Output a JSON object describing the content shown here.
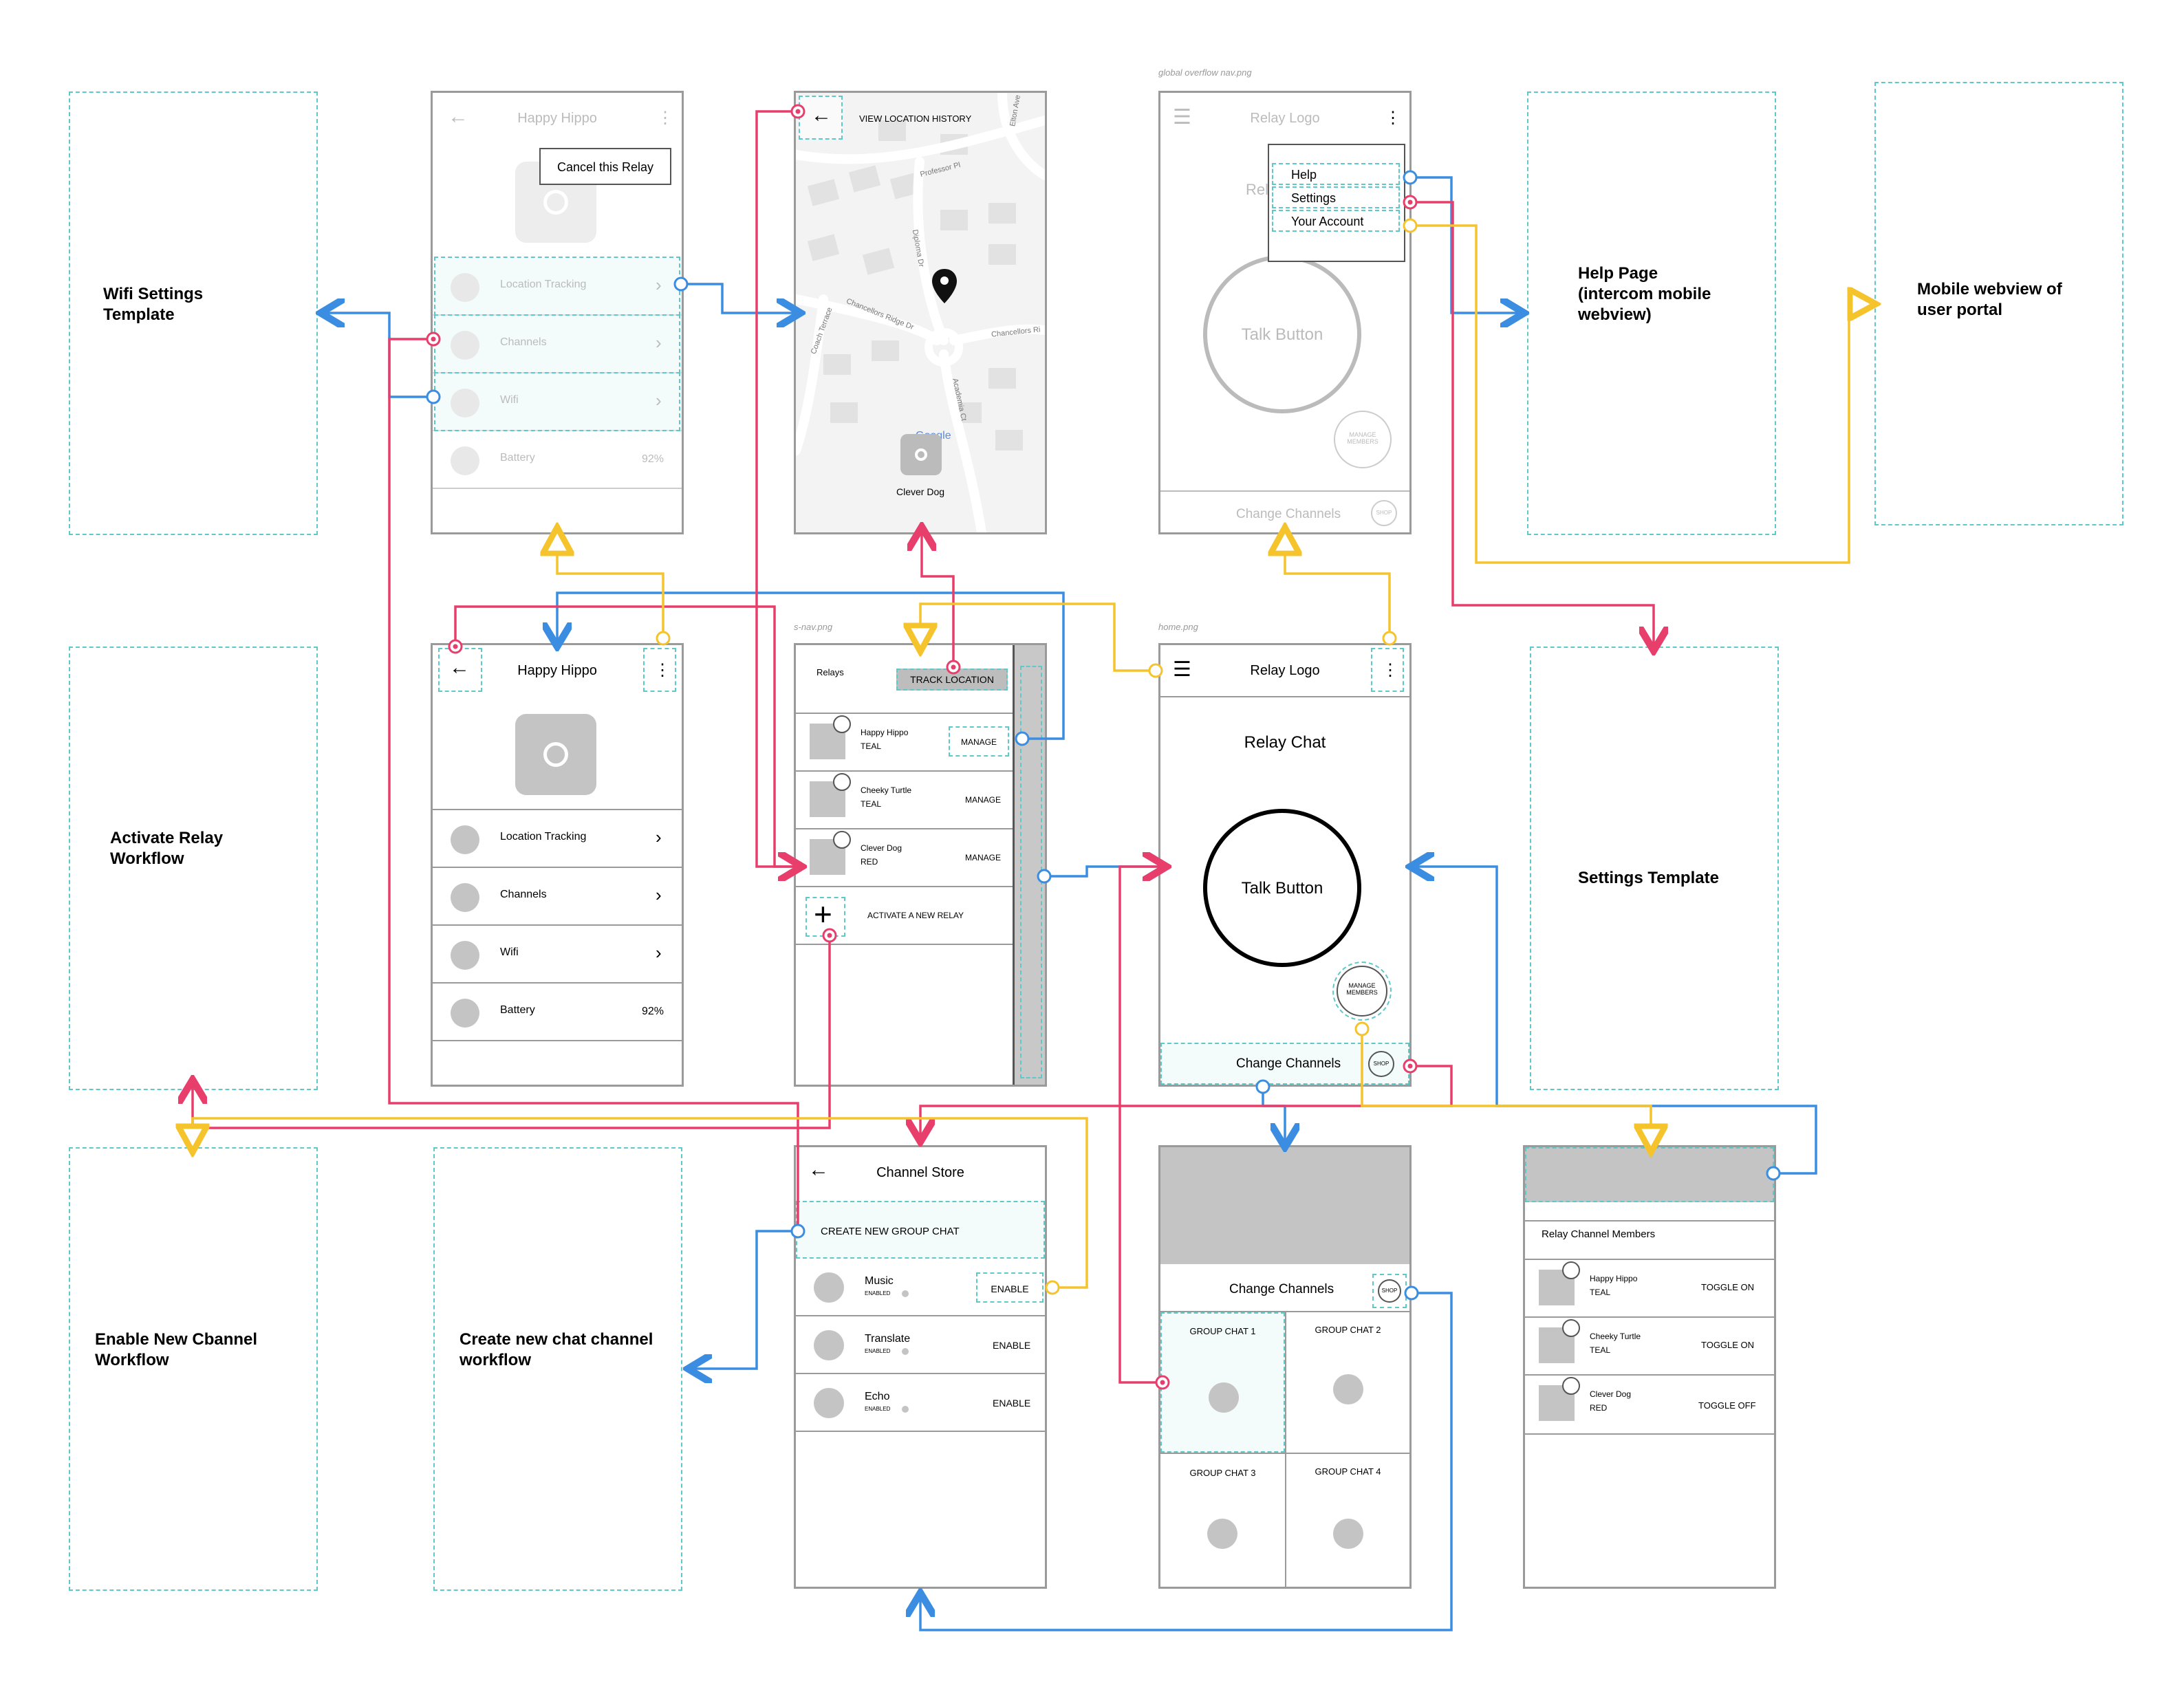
{
  "colors": {
    "blue": "#3a8de0",
    "pink": "#e83e6c",
    "yellow": "#f5c32c",
    "teal": "#5fc8c8",
    "grey": "#9a9a9a"
  },
  "captions": {
    "global_overflow": "global overflow nav.png",
    "snav": "s-nav.png",
    "home": "home.png"
  },
  "templates": {
    "wifi": "Wifi Settings\nTemplate",
    "activate": "Activate Relay\nWorkflow",
    "enable_channel": "Enable New Cbannel\nWorkflow",
    "create_chat": "Create new chat channel\nworkflow",
    "help": "Help Page\n(intercom mobile\nwebview)",
    "mobile_portal": "Mobile webview of\nuser portal",
    "settings": "Settings Template"
  },
  "relay_detail": {
    "title": "Happy Hippo",
    "popup": "Cancel this Relay",
    "rows": [
      {
        "label": "Location Tracking",
        "right": "›"
      },
      {
        "label": "Channels",
        "right": "›"
      },
      {
        "label": "Wifi",
        "right": "›"
      },
      {
        "label": "Battery",
        "right": "92%"
      }
    ]
  },
  "map": {
    "header": "VIEW LOCATION  HISTORY",
    "streets": [
      "Professor Pl",
      "Diploma Dr",
      "Chancellors Ridge Dr",
      "Chancellors Ri",
      "Academia Ct",
      "Coach Terrace",
      "Elton Ave"
    ],
    "google": "Google",
    "device": "Clever Dog"
  },
  "overflow": {
    "logo": "Relay  Logo",
    "behind_text": "Rel",
    "menu": [
      "Help",
      "Settings",
      "Your Account"
    ],
    "talk": "Talk Button",
    "manage": "MANAGE\nMEMBERS",
    "change": "Change Channels",
    "shop": "SHOP"
  },
  "snav": {
    "title": "Relays",
    "track": "TRACK LOCATION",
    "relays": [
      {
        "name": "Happy Hippo",
        "color": "TEAL",
        "action": "MANAGE"
      },
      {
        "name": "Cheeky Turtle",
        "color": "TEAL",
        "action": "MANAGE"
      },
      {
        "name": "Clever Dog",
        "color": "RED",
        "action": "MANAGE"
      }
    ],
    "activate": "ACTIVATE A NEW RELAY"
  },
  "home": {
    "logo": "Relay  Logo",
    "title": "Relay Chat",
    "talk": "Talk Button",
    "manage": "MANAGE\nMEMBERS",
    "change": "Change Channels",
    "shop": "SHOP"
  },
  "store": {
    "title": "Channel Store",
    "create": "CREATE NEW GROUP CHAT",
    "channels": [
      {
        "name": "Music",
        "status": "ENABLED",
        "action": "ENABLE"
      },
      {
        "name": "Translate",
        "status": "ENABLED",
        "action": "ENABLE"
      },
      {
        "name": "Echo",
        "status": "ENABLED",
        "action": "ENABLE"
      }
    ]
  },
  "change_channels": {
    "title": "Change Channels",
    "shop": "SHOP",
    "groups": [
      "GROUP CHAT  1",
      "GROUP CHAT  2",
      "GROUP CHAT  3",
      "GROUP CHAT  4"
    ]
  },
  "members": {
    "title": "Relay Channel Members",
    "list": [
      {
        "name": "Happy Hippo",
        "color": "TEAL",
        "toggle": "TOGGLE ON"
      },
      {
        "name": "Cheeky Turtle",
        "color": "TEAL",
        "toggle": "TOGGLE ON"
      },
      {
        "name": "Clever Dog",
        "color": "RED",
        "toggle": "TOGGLE OFF"
      }
    ]
  }
}
